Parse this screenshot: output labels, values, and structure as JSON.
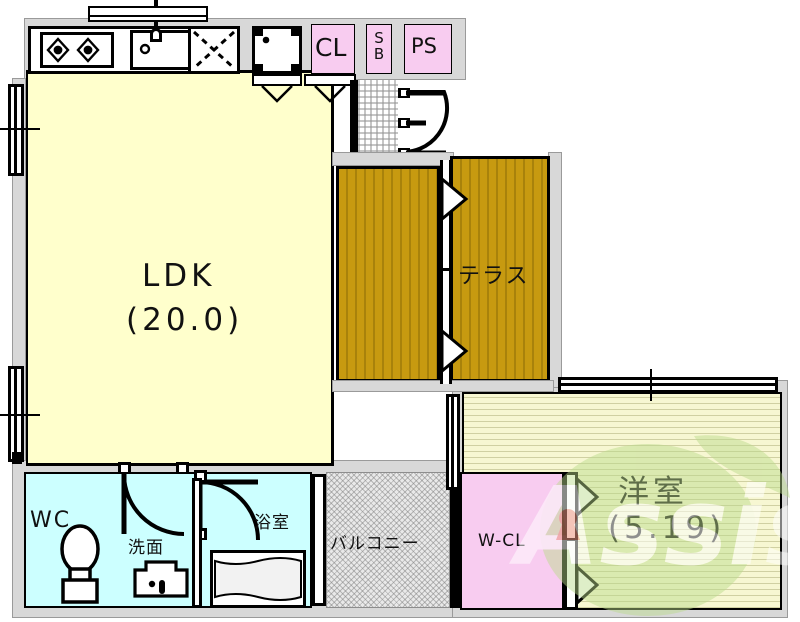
{
  "plan": {
    "type": "floor-plan",
    "rooms": [
      {
        "key": "ldk",
        "label": "LDK",
        "area": "(20.0)",
        "fill": "#ffffcc"
      },
      {
        "key": "terrace",
        "label": "テラス",
        "area": "",
        "fill": "#c79a10"
      },
      {
        "key": "yousitsu",
        "label": "洋室",
        "area": "(5.19)",
        "fill": "#f7f7d2"
      },
      {
        "key": "balcony",
        "label": "バルコニー",
        "area": "",
        "fill": "#e9e9e9"
      },
      {
        "key": "wc",
        "label": "WC",
        "area": "",
        "fill": "#ccffff"
      },
      {
        "key": "senmen",
        "label": "洗面",
        "area": "",
        "fill": "#ccffff"
      },
      {
        "key": "yokushitsu",
        "label": "浴室",
        "area": "",
        "fill": "#ccffff"
      },
      {
        "key": "wcl",
        "label": "W-CL",
        "area": "",
        "fill": "#f8ccf0"
      },
      {
        "key": "cl",
        "label": "CL",
        "area": "",
        "fill": "#f8ccf0"
      },
      {
        "key": "sb",
        "label": "SB",
        "area": "",
        "fill": "#f8ccf0"
      },
      {
        "key": "ps",
        "label": "PS",
        "area": "",
        "fill": "#f8ccf0"
      }
    ],
    "labels": {
      "ldk_name": "LDK",
      "ldk_area": "(20.0)",
      "terrace": "テラス",
      "yousitsu_name": "洋室",
      "yousitsu_area": "(5.19)",
      "balcony": "バルコニー",
      "wc": "WC",
      "senmen": "洗面",
      "yokushitsu": "浴室",
      "wcl": "W-CL",
      "cl": "CL",
      "sb_line1": "S",
      "sb_line2": "B",
      "ps": "PS"
    },
    "fixtures": [
      {
        "name": "stove-2burner"
      },
      {
        "name": "kitchen-sink"
      },
      {
        "name": "washer-space"
      },
      {
        "name": "refrigerator-space"
      },
      {
        "name": "toilet"
      },
      {
        "name": "washbasin"
      },
      {
        "name": "bathtub"
      },
      {
        "name": "entrance-door"
      }
    ],
    "colors": {
      "wall": "#d8d8d8",
      "outline": "#000000",
      "ldk_fill": "#ffffcc",
      "water_fill": "#ccffff",
      "closet_fill": "#f8ccf0",
      "terrace_fill": "#c79a10",
      "room_fill": "#f7f7d2",
      "balcony_fill": "#e9e9e9",
      "watermark": "#b9d98a"
    },
    "watermark": {
      "text": "Assist"
    }
  }
}
